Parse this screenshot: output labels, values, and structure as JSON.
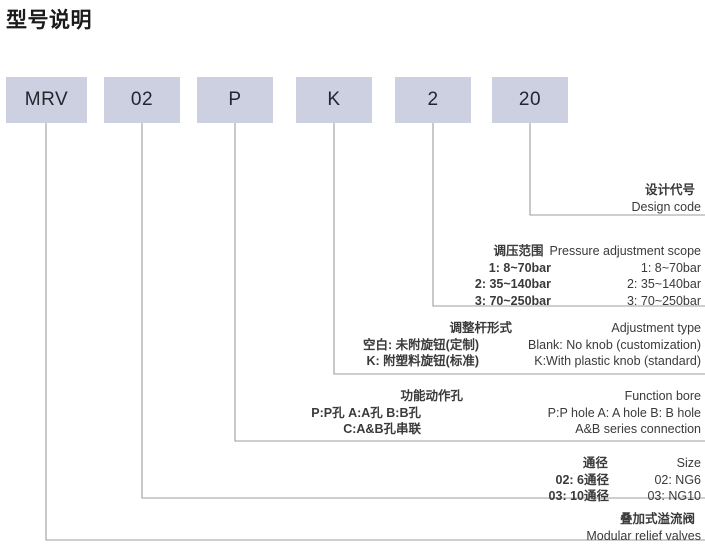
{
  "title": "型号说明",
  "code": {
    "boxes": [
      {
        "name": "series",
        "value": "MRV"
      },
      {
        "name": "size",
        "value": "02"
      },
      {
        "name": "bore",
        "value": "P"
      },
      {
        "name": "knob",
        "value": "K"
      },
      {
        "name": "pressure",
        "value": "2"
      },
      {
        "name": "design",
        "value": "20"
      }
    ]
  },
  "labels": {
    "design_code": {
      "cn_head": "设计代号",
      "en_head": "Design code"
    },
    "pressure_scope": {
      "cn_head": "调压范围",
      "en_head": "Pressure adjustment scope",
      "rows": [
        {
          "cn": "1: 8~70bar",
          "en": "1: 8~70bar"
        },
        {
          "cn": "2: 35~140bar",
          "en": "2: 35~140bar"
        },
        {
          "cn": "3: 70~250bar",
          "en": "3: 70~250bar"
        }
      ]
    },
    "adjustment_type": {
      "cn_head": "调整杆形式",
      "en_head": "Adjustment type",
      "rows": [
        {
          "cn": "空白: 未附旋钮(定制)",
          "en": "Blank: No knob (customization)"
        },
        {
          "cn": "K: 附塑料旋钮(标准)",
          "en": "K:With plastic knob (standard)"
        }
      ]
    },
    "function_bore": {
      "cn_head": "功能动作孔",
      "en_head": "Function bore",
      "rows": [
        {
          "cn": "P:P孔  A:A孔  B:B孔",
          "en": "P:P hole   A: A hole   B: B hole"
        },
        {
          "cn": "C:A&B孔串联",
          "en": "A&B series connection"
        }
      ]
    },
    "size": {
      "cn_head": "通径",
      "en_head": "Size",
      "rows": [
        {
          "cn": "02: 6通径",
          "en": "02: NG6"
        },
        {
          "cn": "03: 10通径",
          "en": "03: NG10"
        }
      ]
    },
    "product": {
      "cn_head": "叠加式溢流阀",
      "en_head": "Modular relief valves"
    }
  }
}
